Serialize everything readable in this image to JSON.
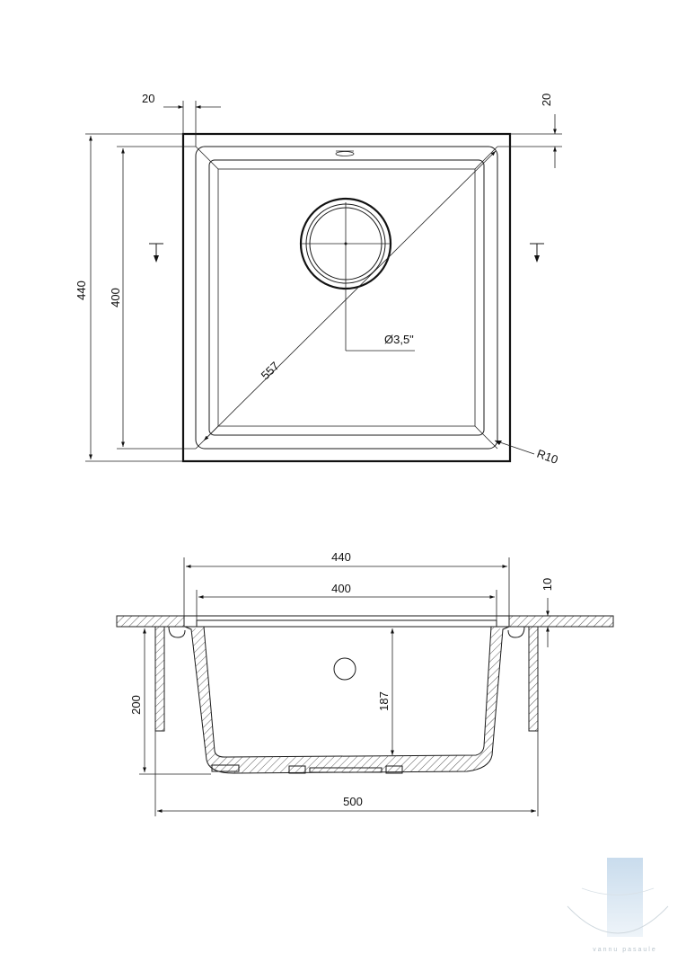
{
  "top_view": {
    "dim_flange_left": "20",
    "dim_flange_right": "20",
    "dim_outer_height": "440",
    "dim_inner_height": "400",
    "dim_diagonal": "557",
    "dim_drain": "Ø3,5\"",
    "dim_corner_radius": "R10"
  },
  "section_view": {
    "dim_outer_width": "440",
    "dim_inner_width": "400",
    "dim_thickness": "10",
    "dim_depth": "187",
    "dim_cabinet_height": "200",
    "dim_cabinet_width": "500"
  },
  "watermark": {
    "text": "vannu pasaule"
  }
}
